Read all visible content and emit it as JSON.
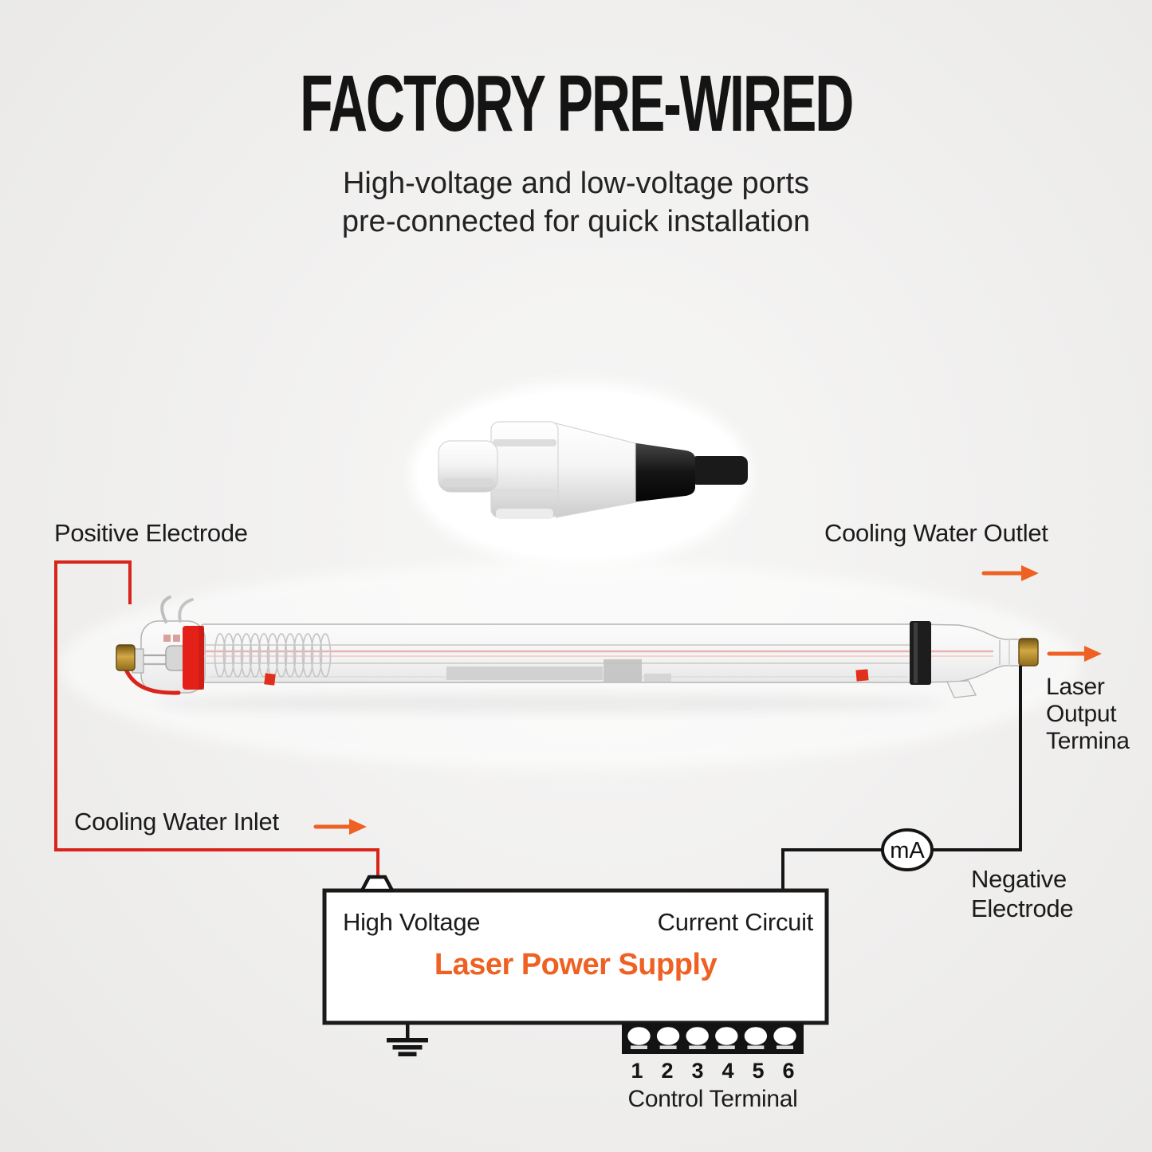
{
  "page": {
    "title": "FACTORY PRE-WIRED",
    "subtitle_lines": [
      "High-voltage and low-voltage ports",
      "pre-connected for quick installation"
    ]
  },
  "diagram": {
    "labels": {
      "positive_electrode": "Positive Electrode",
      "cooling_water_outlet": "Cooling Water Outlet",
      "cooling_water_inlet": "Cooling Water Inlet",
      "laser_output_terminal_lines": [
        "Laser",
        "Output",
        "Termina"
      ],
      "negative_electrode_lines": [
        "Negative",
        "Electrode"
      ],
      "ammeter": "mA"
    },
    "power_supply": {
      "high_voltage_port": "High Voltage",
      "current_circuit_port": "Current Circuit",
      "name": "Laser Power Supply"
    },
    "control_terminal": {
      "numbers": [
        "1",
        "2",
        "3",
        "4",
        "5",
        "6"
      ],
      "label": "Control Terminal"
    },
    "colors": {
      "accent_orange": "#EE6123",
      "wire_red": "#D92419",
      "wire_black": "#151515",
      "collar_red": "#E32119",
      "brass": "#C09536"
    }
  }
}
